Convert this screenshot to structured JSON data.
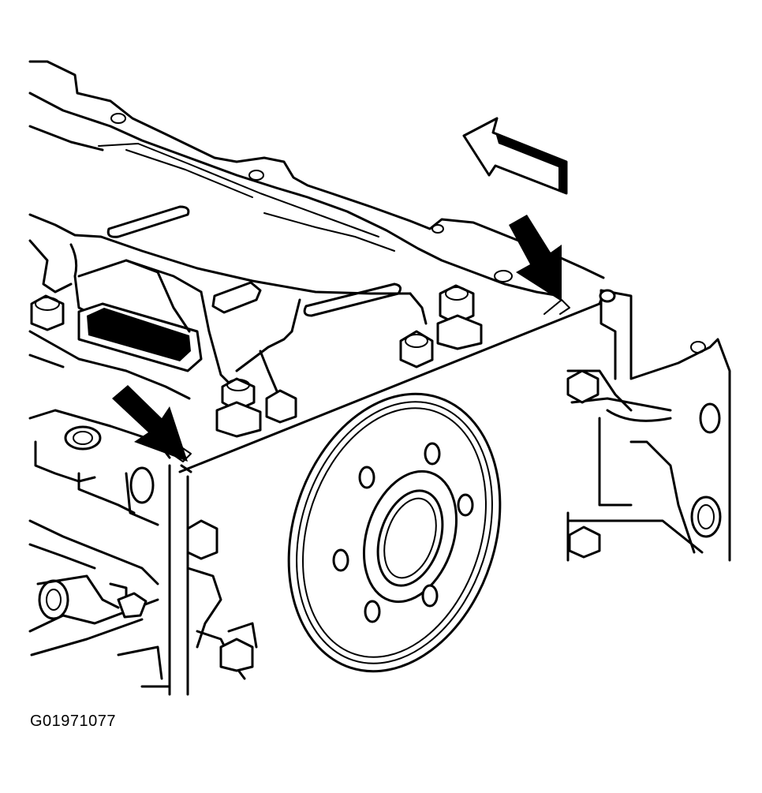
{
  "figure_id": "G01971077",
  "colors": {
    "line": "#000000",
    "background": "#ffffff"
  },
  "icons": [
    "callout-arrow",
    "direction-arrow"
  ]
}
